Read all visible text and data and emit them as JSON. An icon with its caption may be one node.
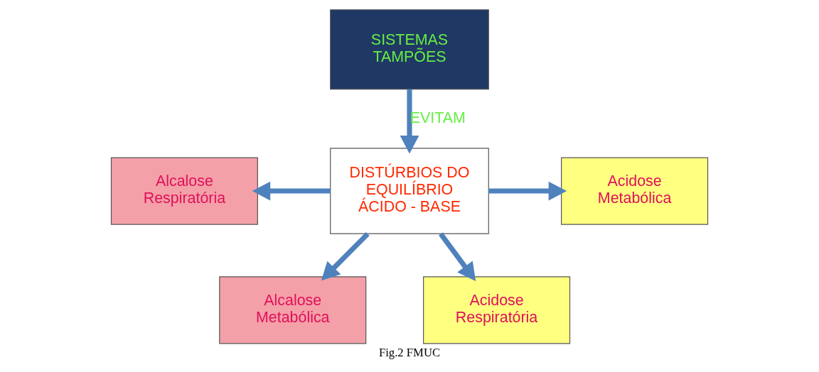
{
  "diagram": {
    "caption": "Fig.2 FMUC",
    "nodes": [
      {
        "text": [
          "SISTEMAS TAMPÕES"
        ]
      },
      {
        "text": [
          "Alcalose Respiratória"
        ]
      },
      {
        "text": [
          "DISTÚRBIOS DO EQUILÍBRIO ÁCIDO - BASE"
        ]
      },
      {
        "text": [
          "Acidose Metabólica"
        ]
      },
      {
        "text": [
          "Alcalose Metabólica"
        ]
      },
      {
        "text": [
          "Acidose Respiratória"
        ]
      }
    ],
    "edges": [
      {
        "from": 0,
        "to": 2,
        "arrow": "to",
        "label": "EVITAM"
      },
      {
        "from": 2,
        "to": 1,
        "arrow": "to"
      },
      {
        "from": 2,
        "to": 4,
        "arrow": "to"
      },
      {
        "from": 2,
        "to": 3,
        "arrow": "to"
      },
      {
        "from": 2,
        "to": 5,
        "arrow": "to"
      }
    ]
  }
}
